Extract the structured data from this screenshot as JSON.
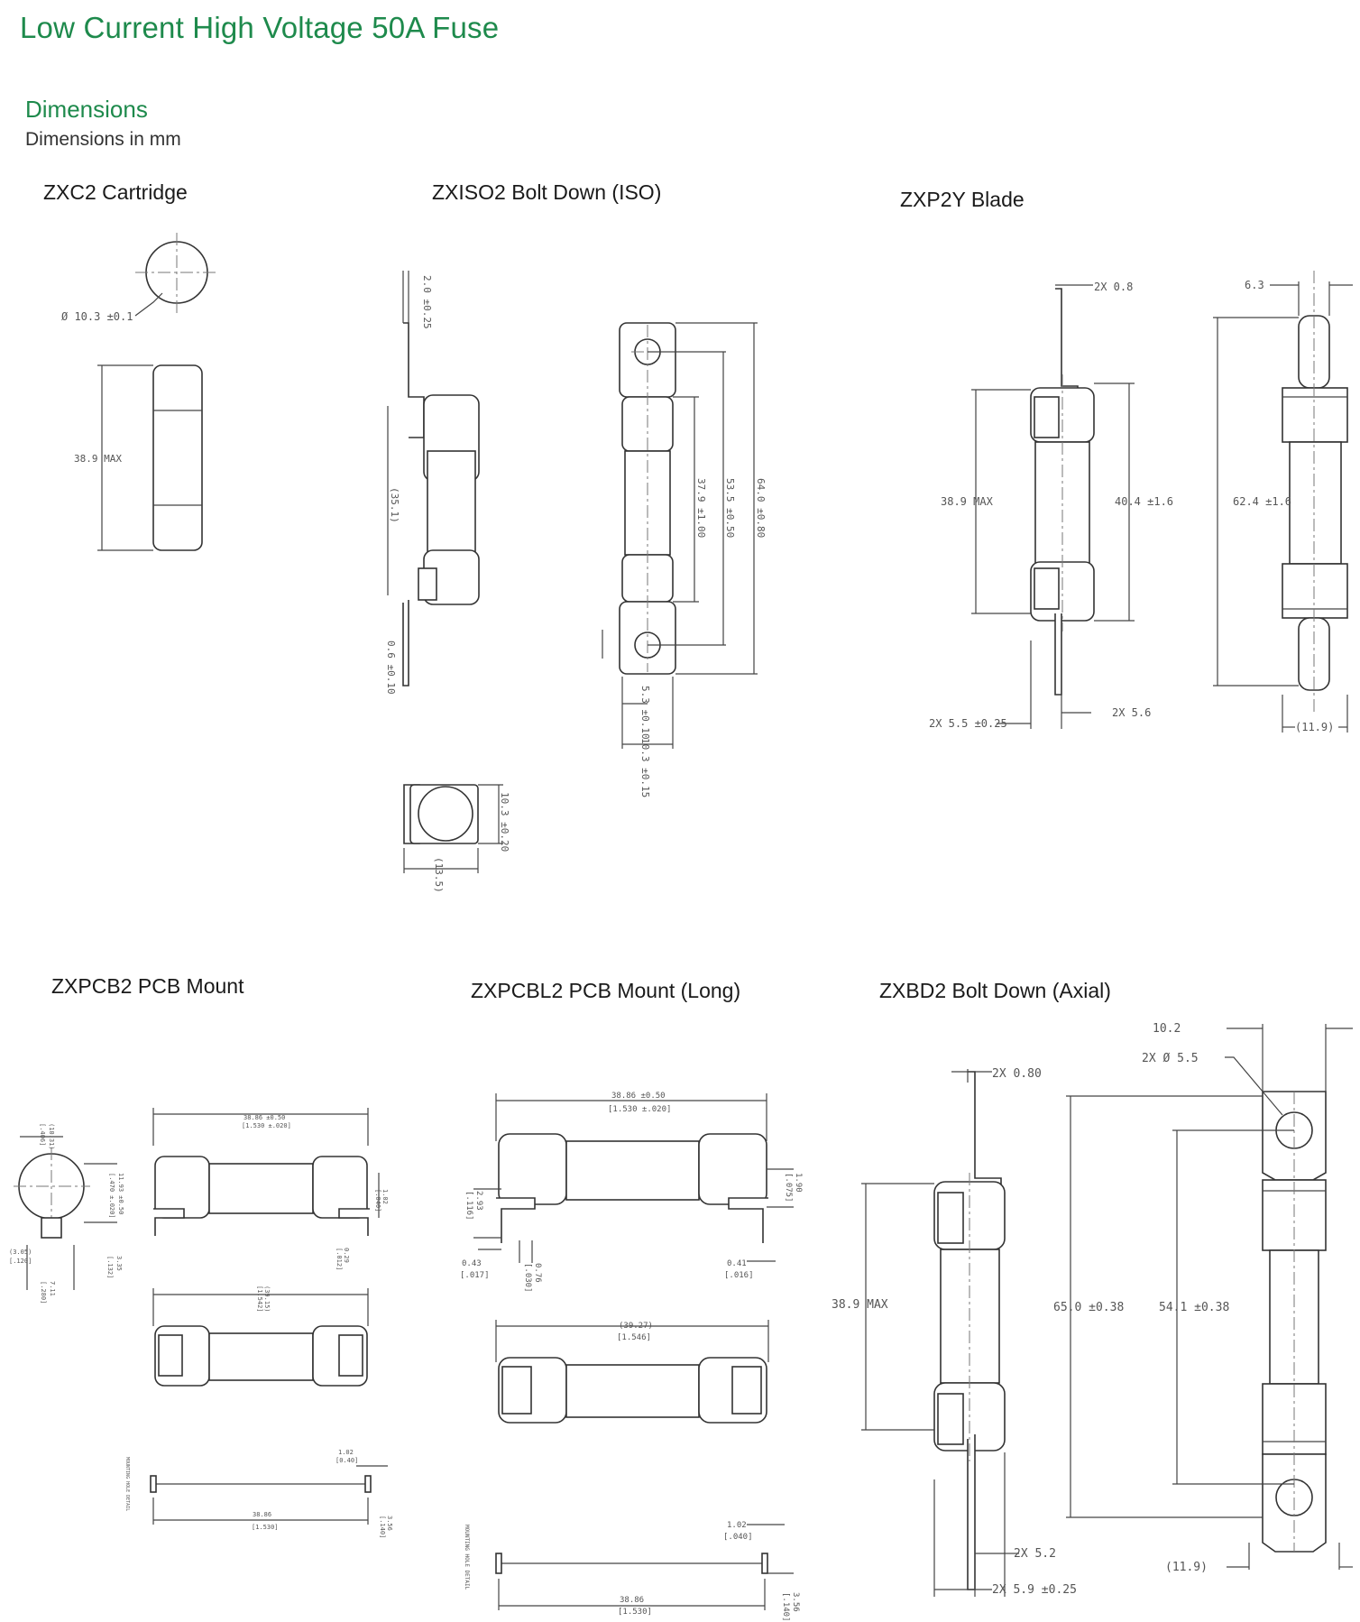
{
  "page": {
    "title": "Low Current High Voltage 50A Fuse",
    "section": "Dimensions",
    "units_note": "Dimensions in mm"
  },
  "panels": {
    "zxc2": {
      "title": "ZXC2 Cartridge",
      "dims": {
        "dia": "Ø 10.3 ±0.1",
        "len": "38.9 MAX"
      }
    },
    "zxiso2": {
      "title": "ZXISO2 Bolt Down (ISO)",
      "dims": {
        "t1": "2.0 ±0.25",
        "body": "(35.1)",
        "t2": "0.6 ±0.10",
        "c379": "37.9 ±1.00",
        "c535": "53.5 ±0.50",
        "c640": "64.0 ±0.80",
        "c53": "5.3 ±0.10",
        "c103": "10.3 ±0.15",
        "e103": "10.3 ±0.20",
        "e135": "(13.5)"
      }
    },
    "zxp2y": {
      "title": "ZXP2Y Blade",
      "dims": {
        "b08": "2X 0.8",
        "b389": "38.9 MAX",
        "b404": "40.4 ±1.6",
        "b55": "2X 5.5 ±0.25",
        "b56": "2X 5.6",
        "s63": "6.3",
        "s624": "62.4 ±1.6",
        "s119": "(11.9)"
      }
    },
    "zxpcb2": {
      "title": "ZXPCB2 PCB Mount",
      "dims": {
        "top_len": "38.86 ±0.50",
        "top_len_in": "[1.530 ±.020]",
        "mid_len": "(39.15)",
        "mid_len_in": "[1.542]",
        "bot_len": "38.86",
        "bot_len_in": "[1.530]",
        "d102": "1.02",
        "d102_in": "[0.40]",
        "d356": "3.56",
        "d356_in": "[.140]",
        "e1": "(10.31)",
        "e1_in": "[.406]",
        "e2": "11.93 ±0.50",
        "e2_in": "[.470 ±.020]",
        "e3": "(3.05)",
        "e3_in": "[.120]",
        "e4": "7.11",
        "e4_in": "[.280]",
        "e5": "3.35",
        "e5_in": "[.132]",
        "s102": "1.02",
        "s102_in": "[.040]",
        "s029": "0.29",
        "s029_in": "[.012]",
        "side_note": "MOUNTING HOLE DETAIL"
      }
    },
    "zxpcbl2": {
      "title": "ZXPCBL2 PCB Mount (Long)",
      "dims": {
        "top_len": "38.86 ±0.50",
        "top_len_in": "[1.530 ±.020]",
        "d190": "1.90",
        "d190_in": "[.075]",
        "d293": "2.93",
        "d293_in": "[.116]",
        "d043": "0.43",
        "d043_in": "[.017]",
        "d076": "0.76",
        "d076_in": "[.030]",
        "d041": "0.41",
        "d041_in": "[.016]",
        "mid_len": "(39.27)",
        "mid_len_in": "[1.546]",
        "d102": "1.02",
        "d102_in": "[.040]",
        "bot_len": "38.86",
        "bot_len_in": "[1.530]",
        "d356": "3.56",
        "d356_in": "[.140]",
        "side_note": "MOUNTING HOLE DETAIL"
      }
    },
    "zxbd2": {
      "title": "ZXBD2 Bolt Down (Axial)",
      "dims": {
        "a08": "2X 0.80",
        "a389": "38.9 MAX",
        "a52": "2X 5.2",
        "a59": "2X 5.9 ±0.25",
        "a102": "10.2",
        "a55": "2X Ø 5.5",
        "a650": "65.0 ±0.38",
        "a541": "54.1 ±0.38",
        "a119": "(11.9)"
      }
    }
  }
}
